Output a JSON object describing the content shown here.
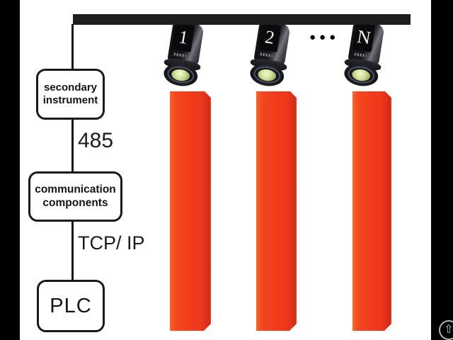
{
  "cameras": {
    "items": [
      {
        "label": "1"
      },
      {
        "label": "2"
      },
      {
        "label": "N"
      }
    ],
    "ellipsis": "●●●"
  },
  "boxes": {
    "secondary_instrument": {
      "label": "secondary instrument"
    },
    "communication_components": {
      "label": "communication components"
    },
    "plc": {
      "label": "PLC"
    }
  },
  "connections": {
    "serial_bus": "485",
    "network": "TCP/ IP"
  },
  "colors": {
    "rail": "#1e1e1e",
    "edge_strips": "#000000",
    "connector_line": "#141414",
    "billet_light": "#f8632b",
    "billet_main": "#f03c1b",
    "billet_dark_edge": "#cb2d18",
    "lens_glass": "#d6e29e",
    "camera_body": "#17171a"
  },
  "watermark": {
    "glyph": "⇧"
  }
}
